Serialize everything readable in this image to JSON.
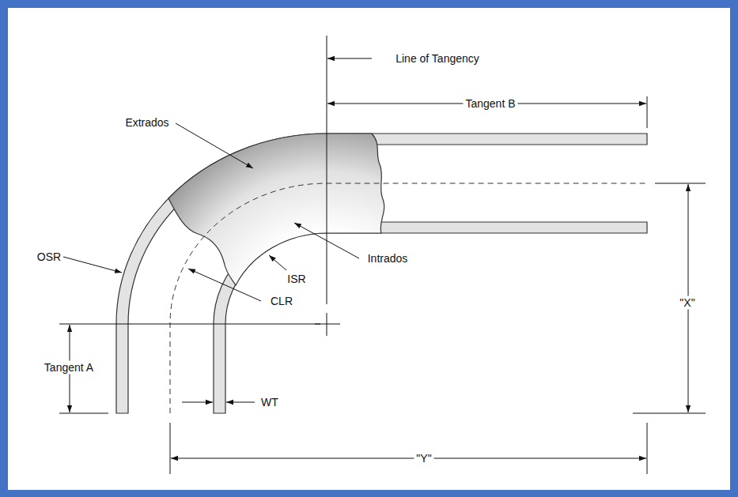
{
  "diagram": {
    "labels": [
      "Line of Tangency",
      "Tangent B",
      "Extrados",
      "OSR",
      "Intrados",
      "ISR",
      "CLR",
      "Tangent A",
      "\"X\"",
      "WT",
      "\"Y\""
    ]
  }
}
